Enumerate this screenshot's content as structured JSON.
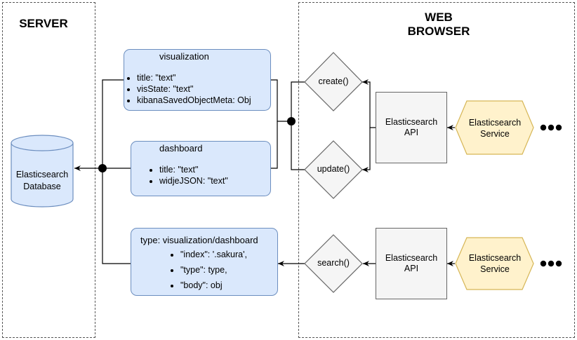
{
  "server": {
    "title": "SERVER"
  },
  "browser": {
    "title_line1": "WEB",
    "title_line2": "BROWSER"
  },
  "database": {
    "line1": "Elasticsearch",
    "line2": "Database"
  },
  "visualization": {
    "title": "visualization",
    "items": [
      "title: \"text\"",
      "visState: \"text\"",
      "kibanaSavedObjectMeta: Obj"
    ]
  },
  "dashboard": {
    "title": "dashboard",
    "items": [
      "title: \"text\"",
      "widjeJSON: \"text\""
    ]
  },
  "search_params": {
    "title": "type: visualization/dashboard",
    "items": [
      "\"index\": '.sakura',",
      "\"type\": type,",
      "\"body\": obj"
    ]
  },
  "functions": {
    "create": "create()",
    "update": "update()",
    "search": "search()"
  },
  "api_top": {
    "line1": "Elasticsearch",
    "line2": "API"
  },
  "api_bottom": {
    "line1": "Elasticsearch",
    "line2": "API"
  },
  "service_top": {
    "line1": "Elasticsearch",
    "line2": "Service"
  },
  "service_bottom": {
    "line1": "Elasticsearch",
    "line2": "Service"
  },
  "colors": {
    "card_fill": "#dae8fc",
    "card_stroke": "#6c8ebf",
    "service_fill": "#fff2cc",
    "service_stroke": "#d6b656",
    "api_fill": "#f5f5f5",
    "diamond_fill": "#f5f5f5"
  }
}
